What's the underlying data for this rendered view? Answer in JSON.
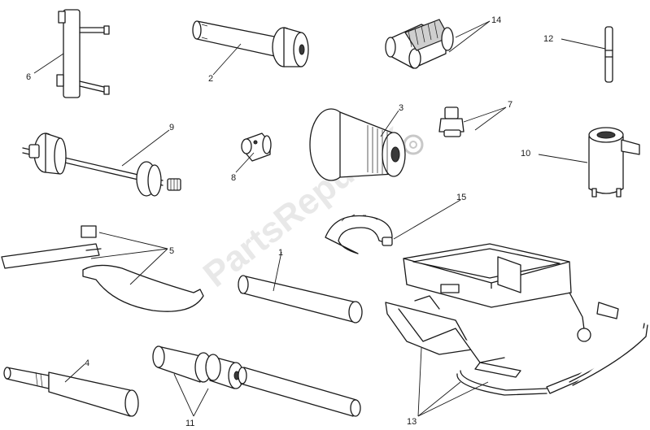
{
  "callouts": {
    "c1": "1",
    "c2": "2",
    "c3": "3",
    "c4": "4",
    "c5": "5",
    "c6": "6",
    "c7": "7",
    "c8": "8",
    "c9": "9",
    "c10": "10",
    "c11": "11",
    "c12": "12",
    "c13": "13",
    "c14": "14",
    "c15": "15"
  },
  "watermark": {
    "text": "PartsRepublik"
  },
  "colors": {
    "line": "#1a1a1a",
    "fill": "#ffffff",
    "shade": "#cfcfcf",
    "watermark": "#d6d6d6"
  }
}
